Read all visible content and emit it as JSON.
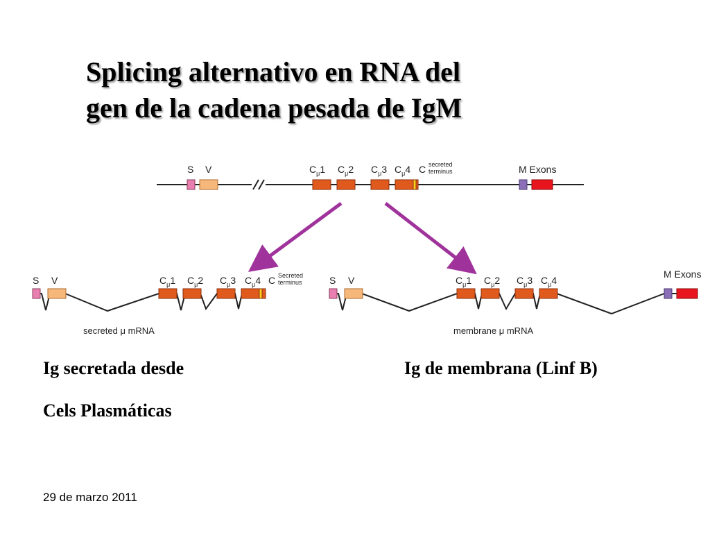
{
  "title": {
    "line1": "Splicing alternativo en RNA del",
    "line2": "gen de la cadena pesada de IgM"
  },
  "gene": {
    "S": "S",
    "V": "V",
    "C": "C",
    "mu": "μ",
    "c1": "1",
    "c2": "2",
    "c3": "3",
    "c4": "4",
    "term_c": "C",
    "term1": "secreted",
    "term2": "terminus",
    "m_exons": "M Exons"
  },
  "secreted": {
    "S": "S",
    "V": "V",
    "C": "C",
    "mu": "μ",
    "c1": "1",
    "c2": "2",
    "c3": "3",
    "c4": "4",
    "term_c": "C",
    "term1": "Secreted",
    "term2": "terminus",
    "mrna": "secreted μ mRNA"
  },
  "membrane": {
    "S": "S",
    "V": "V",
    "C": "C",
    "mu": "μ",
    "c1": "1",
    "c2": "2",
    "c3": "3",
    "c4": "4",
    "m_exons": "M Exons",
    "mrna": "membrane μ mRNA"
  },
  "captions": {
    "secreted_line1": "Ig secretada desde",
    "secreted_line2": "Cels Plasmáticas",
    "membrane": "Ig de membrana (Linf B)"
  },
  "date": "29 de marzo 2011",
  "colors": {
    "signal": "#e87fb0",
    "variable": "#f5b87a",
    "constant": "#e05a1e",
    "terminus": "#ffd21e",
    "m_exon1": "#8a6fb8",
    "m_exon2": "#e8141e",
    "arrow": "#a0339b"
  }
}
